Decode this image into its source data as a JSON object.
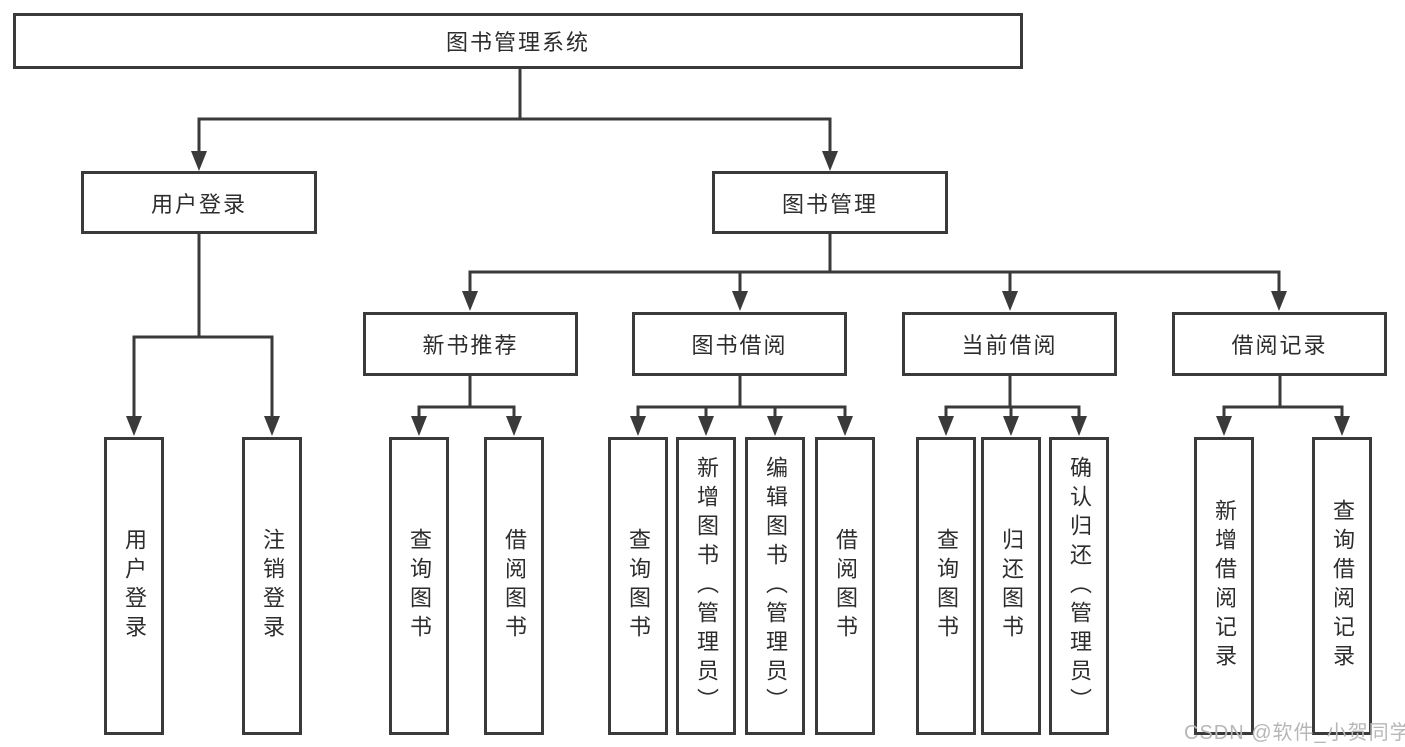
{
  "tree": {
    "label": "图书管理系统",
    "children": [
      {
        "label": "用户登录",
        "children": [
          {
            "label": "用户登录"
          },
          {
            "label": "注销登录"
          }
        ]
      },
      {
        "label": "图书管理",
        "children": [
          {
            "label": "新书推荐",
            "children": [
              {
                "label": "查询图书"
              },
              {
                "label": "借阅图书"
              }
            ]
          },
          {
            "label": "图书借阅",
            "children": [
              {
                "label": "查询图书"
              },
              {
                "label": "新增图书（管理员）"
              },
              {
                "label": "编辑图书（管理员）"
              },
              {
                "label": "借阅图书"
              }
            ]
          },
          {
            "label": "当前借阅",
            "children": [
              {
                "label": "查询图书"
              },
              {
                "label": "归还图书"
              },
              {
                "label": "确认归还（管理员）"
              }
            ]
          },
          {
            "label": "借阅记录",
            "children": [
              {
                "label": "新增借阅记录"
              },
              {
                "label": "查询借阅记录"
              }
            ]
          }
        ]
      }
    ]
  },
  "watermark": {
    "text": "CSDN @软件_小贺同学"
  },
  "colors": {
    "line": "#3a3a3a",
    "text": "#2d2d2d",
    "watermark": "#b7b7b7",
    "background": "#ffffff"
  }
}
